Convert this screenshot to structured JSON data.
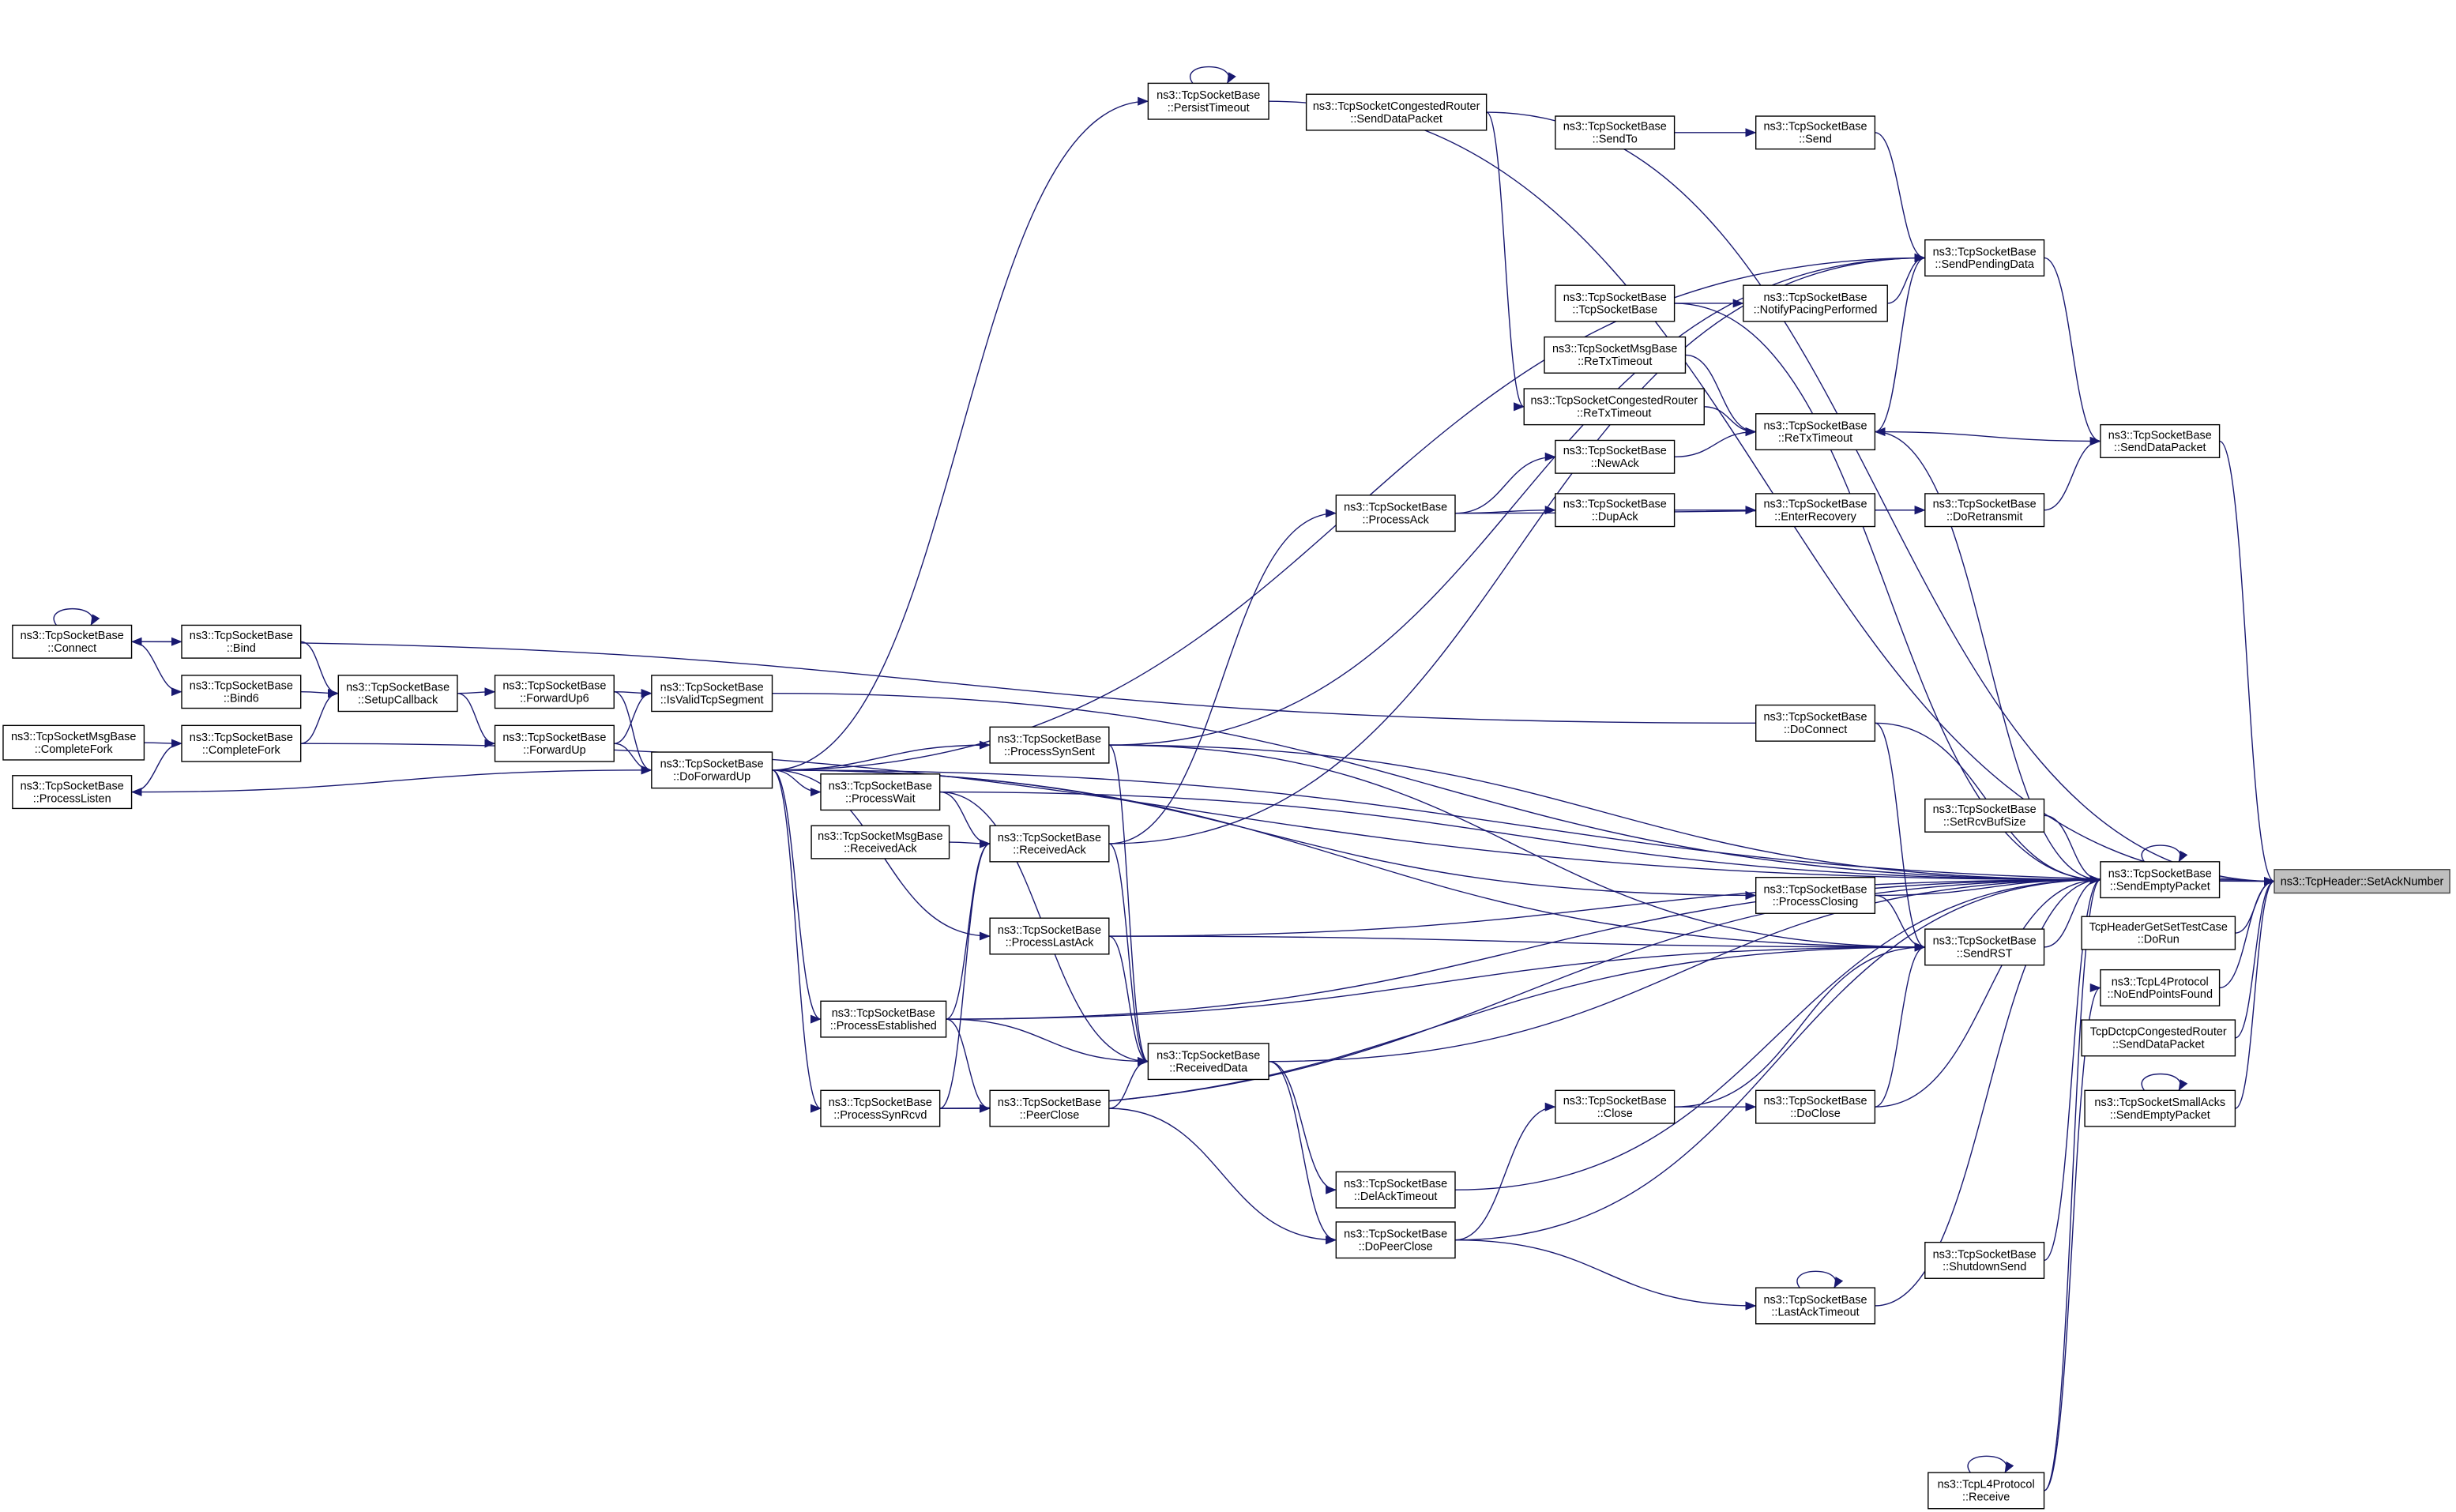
{
  "graph": {
    "edge_color": "#191970",
    "highlight_fill": "#bfbfbf",
    "nodes": [
      {
        "id": "setack",
        "lines": [
          "ns3::TcpHeader::SetAckNumber"
        ],
        "highlighted": true
      },
      {
        "id": "sendempty",
        "lines": [
          "ns3::TcpSocketBase",
          "::SendEmptyPacket"
        ]
      },
      {
        "id": "persist",
        "lines": [
          "ns3::TcpSocketBase",
          "::PersistTimeout"
        ]
      },
      {
        "id": "crsenddata",
        "lines": [
          "ns3::TcpSocketCongestedRouter",
          "::SendDataPacket"
        ]
      },
      {
        "id": "sendto",
        "lines": [
          "ns3::TcpSocketBase",
          "::SendTo"
        ]
      },
      {
        "id": "send",
        "lines": [
          "ns3::TcpSocketBase",
          "::Send"
        ]
      },
      {
        "id": "sendpending",
        "lines": [
          "ns3::TcpSocketBase",
          "::SendPendingData"
        ]
      },
      {
        "id": "ctor",
        "lines": [
          "ns3::TcpSocketBase",
          "::TcpSocketBase"
        ]
      },
      {
        "id": "pacing",
        "lines": [
          "ns3::TcpSocketBase",
          "::NotifyPacingPerformed"
        ]
      },
      {
        "id": "msgretx",
        "lines": [
          "ns3::TcpSocketMsgBase",
          "::ReTxTimeout"
        ]
      },
      {
        "id": "crretx",
        "lines": [
          "ns3::TcpSocketCongestedRouter",
          "::ReTxTimeout"
        ]
      },
      {
        "id": "retx",
        "lines": [
          "ns3::TcpSocketBase",
          "::ReTxTimeout"
        ]
      },
      {
        "id": "senddata",
        "lines": [
          "ns3::TcpSocketBase",
          "::SendDataPacket"
        ]
      },
      {
        "id": "newack",
        "lines": [
          "ns3::TcpSocketBase",
          "::NewAck"
        ]
      },
      {
        "id": "processack",
        "lines": [
          "ns3::TcpSocketBase",
          "::ProcessAck"
        ]
      },
      {
        "id": "dupack",
        "lines": [
          "ns3::TcpSocketBase",
          "::DupAck"
        ]
      },
      {
        "id": "enterrec",
        "lines": [
          "ns3::TcpSocketBase",
          "::EnterRecovery"
        ]
      },
      {
        "id": "doretx",
        "lines": [
          "ns3::TcpSocketBase",
          "::DoRetransmit"
        ]
      },
      {
        "id": "connect",
        "lines": [
          "ns3::TcpSocketBase",
          "::Connect"
        ]
      },
      {
        "id": "bind",
        "lines": [
          "ns3::TcpSocketBase",
          "::Bind"
        ]
      },
      {
        "id": "bind6",
        "lines": [
          "ns3::TcpSocketBase",
          "::Bind6"
        ]
      },
      {
        "id": "setupcb",
        "lines": [
          "ns3::TcpSocketBase",
          "::SetupCallback"
        ]
      },
      {
        "id": "fwdup6",
        "lines": [
          "ns3::TcpSocketBase",
          "::ForwardUp6"
        ]
      },
      {
        "id": "isvalid",
        "lines": [
          "ns3::TcpSocketBase",
          "::IsValidTcpSegment"
        ]
      },
      {
        "id": "msgfork",
        "lines": [
          "ns3::TcpSocketMsgBase",
          "::CompleteFork"
        ]
      },
      {
        "id": "fork",
        "lines": [
          "ns3::TcpSocketBase",
          "::CompleteFork"
        ]
      },
      {
        "id": "fwdup",
        "lines": [
          "ns3::TcpSocketBase",
          "::ForwardUp"
        ]
      },
      {
        "id": "dofwdup",
        "lines": [
          "ns3::TcpSocketBase",
          "::DoForwardUp"
        ]
      },
      {
        "id": "listen",
        "lines": [
          "ns3::TcpSocketBase",
          "::ProcessListen"
        ]
      },
      {
        "id": "synsent",
        "lines": [
          "ns3::TcpSocketBase",
          "::ProcessSynSent"
        ]
      },
      {
        "id": "doconnect",
        "lines": [
          "ns3::TcpSocketBase",
          "::DoConnect"
        ]
      },
      {
        "id": "wait",
        "lines": [
          "ns3::TcpSocketBase",
          "::ProcessWait"
        ]
      },
      {
        "id": "msgrecvack",
        "lines": [
          "ns3::TcpSocketMsgBase",
          "::ReceivedAck"
        ]
      },
      {
        "id": "recvack",
        "lines": [
          "ns3::TcpSocketBase",
          "::ReceivedAck"
        ]
      },
      {
        "id": "rcvbuf",
        "lines": [
          "ns3::TcpSocketBase",
          "::SetRcvBufSize"
        ]
      },
      {
        "id": "closing",
        "lines": [
          "ns3::TcpSocketBase",
          "::ProcessClosing"
        ]
      },
      {
        "id": "dorun",
        "lines": [
          "TcpHeaderGetSetTestCase",
          "::DoRun"
        ]
      },
      {
        "id": "sendrst",
        "lines": [
          "ns3::TcpSocketBase",
          "::SendRST"
        ]
      },
      {
        "id": "lastack",
        "lines": [
          "ns3::TcpSocketBase",
          "::ProcessLastAck"
        ]
      },
      {
        "id": "noendpoints",
        "lines": [
          "ns3::TcpL4Protocol",
          "::NoEndPointsFound"
        ]
      },
      {
        "id": "established",
        "lines": [
          "ns3::TcpSocketBase",
          "::ProcessEstablished"
        ]
      },
      {
        "id": "dctcp",
        "lines": [
          "TcpDctcpCongestedRouter",
          "::SendDataPacket"
        ]
      },
      {
        "id": "recvdata",
        "lines": [
          "ns3::TcpSocketBase",
          "::ReceivedData"
        ]
      },
      {
        "id": "close",
        "lines": [
          "ns3::TcpSocketBase",
          "::Close"
        ]
      },
      {
        "id": "doclose",
        "lines": [
          "ns3::TcpSocketBase",
          "::DoClose"
        ]
      },
      {
        "id": "synrcvd",
        "lines": [
          "ns3::TcpSocketBase",
          "::ProcessSynRcvd"
        ]
      },
      {
        "id": "peerclose",
        "lines": [
          "ns3::TcpSocketBase",
          "::PeerClose"
        ]
      },
      {
        "id": "smallacks",
        "lines": [
          "ns3::TcpSocketSmallAcks",
          "::SendEmptyPacket"
        ]
      },
      {
        "id": "delack",
        "lines": [
          "ns3::TcpSocketBase",
          "::DelAckTimeout"
        ]
      },
      {
        "id": "dopeerclose",
        "lines": [
          "ns3::TcpSocketBase",
          "::DoPeerClose"
        ]
      },
      {
        "id": "shutdown",
        "lines": [
          "ns3::TcpSocketBase",
          "::ShutdownSend"
        ]
      },
      {
        "id": "lastacktimeout",
        "lines": [
          "ns3::TcpSocketBase",
          "::LastAckTimeout"
        ]
      },
      {
        "id": "receive",
        "lines": [
          "ns3::TcpL4Protocol",
          "::Receive"
        ]
      }
    ],
    "edges": [
      [
        "sendempty",
        "setack"
      ],
      [
        "dorun",
        "setack"
      ],
      [
        "noendpoints",
        "setack"
      ],
      [
        "dctcp",
        "setack"
      ],
      [
        "smallacks",
        "setack"
      ],
      [
        "senddata",
        "setack"
      ],
      [
        "persist",
        "setack"
      ],
      [
        "crsenddata",
        "setack"
      ],
      [
        "dofwdup",
        "setack"
      ],
      [
        "sendempty",
        "sendempty"
      ],
      [
        "smallacks",
        "smallacks"
      ],
      [
        "persist",
        "persist"
      ],
      [
        "connect",
        "connect"
      ],
      [
        "lastacktimeout",
        "lastacktimeout"
      ],
      [
        "receive",
        "receive"
      ],
      [
        "connect",
        "bind"
      ],
      [
        "connect",
        "bind6"
      ],
      [
        "bind",
        "setupcb"
      ],
      [
        "bind6",
        "setupcb"
      ],
      [
        "fork",
        "setupcb"
      ],
      [
        "msgfork",
        "fork"
      ],
      [
        "listen",
        "fork"
      ],
      [
        "setupcb",
        "fwdup6"
      ],
      [
        "setupcb",
        "fwdup"
      ],
      [
        "fwdup6",
        "isvalid"
      ],
      [
        "fwdup6",
        "dofwdup"
      ],
      [
        "fwdup",
        "isvalid"
      ],
      [
        "fwdup",
        "dofwdup"
      ],
      [
        "dofwdup",
        "listen"
      ],
      [
        "dofwdup",
        "persist"
      ],
      [
        "dofwdup",
        "sendpending"
      ],
      [
        "dofwdup",
        "synsent"
      ],
      [
        "dofwdup",
        "wait"
      ],
      [
        "dofwdup",
        "established"
      ],
      [
        "dofwdup",
        "synrcvd"
      ],
      [
        "dofwdup",
        "closing"
      ],
      [
        "dofwdup",
        "lastack"
      ],
      [
        "dofwdup",
        "sendrst"
      ],
      [
        "crsenddata",
        "crretx"
      ],
      [
        "sendto",
        "send"
      ],
      [
        "send",
        "sendpending"
      ],
      [
        "ctor",
        "pacing"
      ],
      [
        "pacing",
        "sendpending"
      ],
      [
        "retx",
        "sendpending"
      ],
      [
        "sendpending",
        "senddata"
      ],
      [
        "senddata",
        "retx"
      ],
      [
        "doretx",
        "senddata"
      ],
      [
        "msgretx",
        "retx"
      ],
      [
        "crretx",
        "retx"
      ],
      [
        "newack",
        "retx"
      ],
      [
        "processack",
        "newack"
      ],
      [
        "processack",
        "dupack"
      ],
      [
        "dupack",
        "enterrec"
      ],
      [
        "enterrec",
        "doretx"
      ],
      [
        "processack",
        "doretx"
      ],
      [
        "retx",
        "sendempty"
      ],
      [
        "ctor",
        "sendempty"
      ],
      [
        "recvack",
        "processack"
      ],
      [
        "recvack",
        "sendpending"
      ],
      [
        "synsent",
        "sendpending"
      ],
      [
        "isvalid",
        "sendempty"
      ],
      [
        "wait",
        "sendempty"
      ],
      [
        "synsent",
        "sendempty"
      ],
      [
        "synsent",
        "sendrst"
      ],
      [
        "doconnect",
        "sendempty"
      ],
      [
        "doconnect",
        "connect"
      ],
      [
        "doconnect",
        "sendrst"
      ],
      [
        "lastack",
        "sendempty"
      ],
      [
        "lastack",
        "sendrst"
      ],
      [
        "wait",
        "recvack"
      ],
      [
        "wait",
        "recvdata"
      ],
      [
        "msgrecvack",
        "recvack"
      ],
      [
        "established",
        "recvack"
      ],
      [
        "established",
        "recvdata"
      ],
      [
        "established",
        "peerclose"
      ],
      [
        "established",
        "sendrst"
      ],
      [
        "established",
        "sendempty"
      ],
      [
        "synrcvd",
        "recvack"
      ],
      [
        "synrcvd",
        "peerclose"
      ],
      [
        "synrcvd",
        "sendrst"
      ],
      [
        "synrcvd",
        "sendempty"
      ],
      [
        "lastack",
        "recvdata"
      ],
      [
        "recvack",
        "recvdata"
      ],
      [
        "synsent",
        "recvdata"
      ],
      [
        "peerclose",
        "recvdata"
      ],
      [
        "recvdata",
        "sendempty"
      ],
      [
        "recvdata",
        "delack"
      ],
      [
        "recvdata",
        "dopeerclose"
      ],
      [
        "peerclose",
        "dopeerclose"
      ],
      [
        "delack",
        "sendempty"
      ],
      [
        "dopeerclose",
        "sendempty"
      ],
      [
        "dopeerclose",
        "close"
      ],
      [
        "dopeerclose",
        "lastacktimeout"
      ],
      [
        "close",
        "doclose"
      ],
      [
        "close",
        "sendrst"
      ],
      [
        "doclose",
        "sendrst"
      ],
      [
        "doclose",
        "sendempty"
      ],
      [
        "closing",
        "sendempty"
      ],
      [
        "closing",
        "sendrst"
      ],
      [
        "sendrst",
        "sendempty"
      ],
      [
        "rcvbuf",
        "sendempty"
      ],
      [
        "shutdown",
        "sendempty"
      ],
      [
        "lastacktimeout",
        "sendempty"
      ],
      [
        "receive",
        "sendempty"
      ],
      [
        "receive",
        "noendpoints"
      ],
      [
        "fork",
        "sendempty"
      ]
    ]
  }
}
